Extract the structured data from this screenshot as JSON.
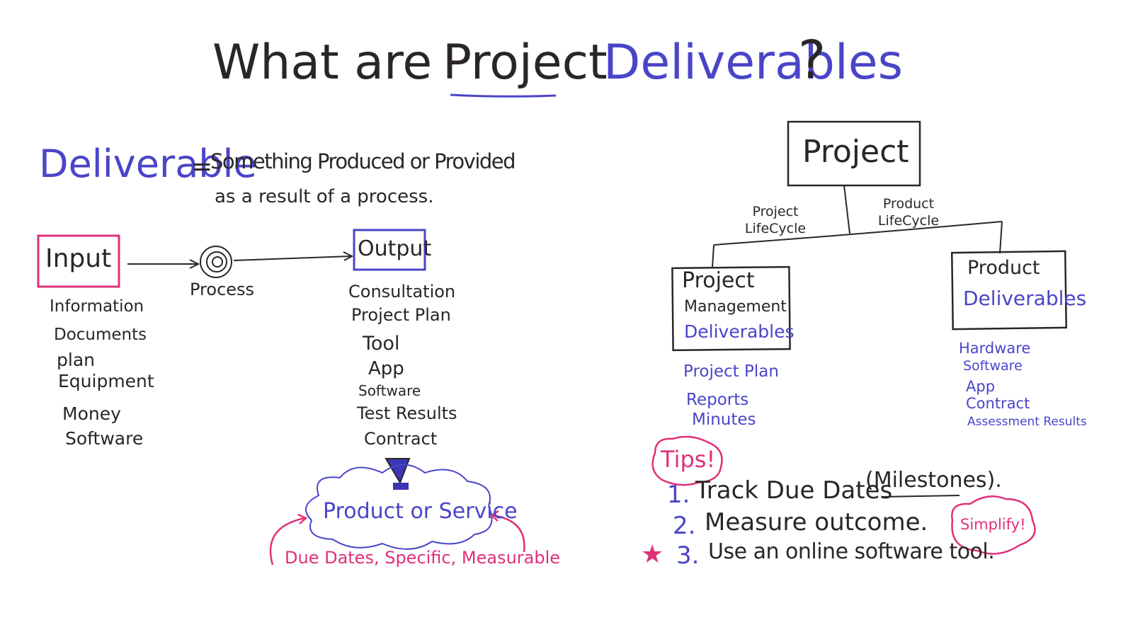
{
  "title": {
    "part1": "What are",
    "part2": "Project",
    "part3": "Deliverables",
    "qmark": "?"
  },
  "definition": {
    "term": "Deliverable",
    "equals": "=",
    "line1": "Something Produced or Provided",
    "line2": "as a result of a process."
  },
  "flow": {
    "input_label": "Input",
    "process_label": "Process",
    "output_label": "Output",
    "input_items": [
      "Information",
      "Documents",
      "plan",
      "Equipment",
      "Money",
      "Software"
    ],
    "output_items": [
      "Consultation",
      "Project Plan",
      "Tool",
      "App",
      "Software",
      "Test Results",
      "Contract"
    ],
    "cloud_label": "Product or Service",
    "cloud_caption": "Due Dates, Specific, Measurable"
  },
  "tree": {
    "root": "Project",
    "left_branch": "Project LifeCycle",
    "right_branch": "Product LifeCycle",
    "left_node": {
      "line1": "Project",
      "line2": "Management",
      "line3": "Deliverables"
    },
    "right_node": {
      "line1": "Product",
      "line2": "Deliverables"
    },
    "left_items": [
      "Project Plan",
      "Reports",
      "Minutes"
    ],
    "right_items": [
      "Hardware",
      "Software",
      "App",
      "Contract",
      "Assessment Results"
    ]
  },
  "tips": {
    "heading": "Tips!",
    "items": [
      {
        "num": "1.",
        "text": "Track Due Dates",
        "paren": "(Milestones)."
      },
      {
        "num": "2.",
        "text": "Measure outcome.",
        "paren": ""
      },
      {
        "num": "3.",
        "text": "Use an online software tool.",
        "paren": ""
      }
    ],
    "star": "★",
    "bubble": "Simplify!"
  },
  "colors": {
    "ink_black": "#2b2626",
    "ink_blue": "#4a45c8",
    "ink_pink": "#e0307a"
  }
}
